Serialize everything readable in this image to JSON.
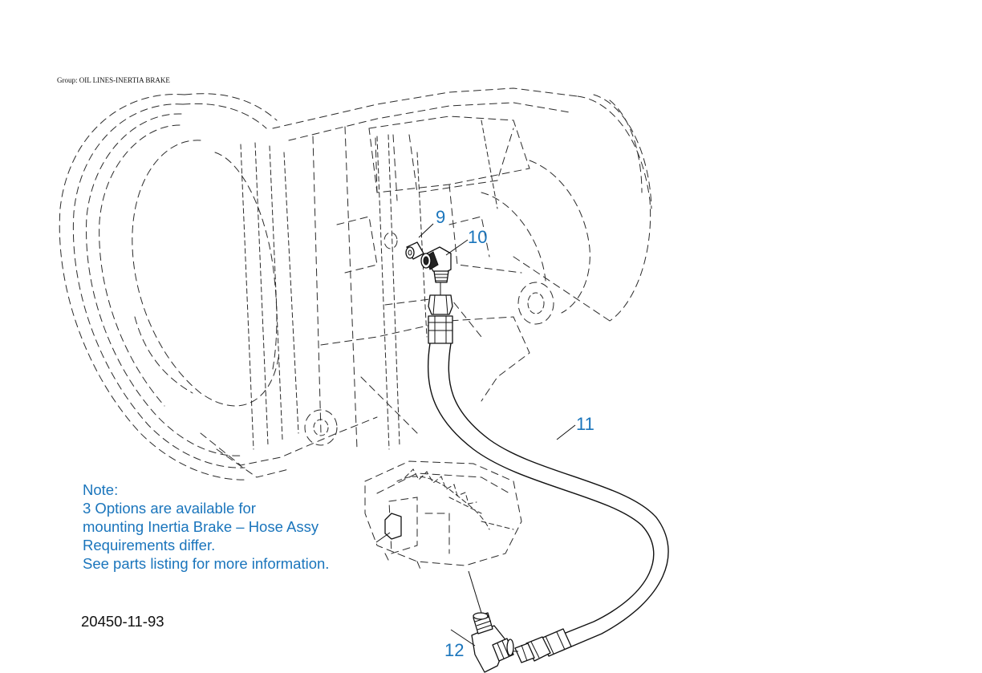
{
  "group_title": "Group: OIL LINES-INERTIA BRAKE",
  "callouts": [
    {
      "id": "9",
      "label": "9"
    },
    {
      "id": "10",
      "label": "10"
    },
    {
      "id": "11",
      "label": "11"
    },
    {
      "id": "12",
      "label": "12"
    }
  ],
  "note": {
    "heading": "Note:",
    "lines": [
      "3 Options are available for",
      "mounting Inertia Brake – Hose Assy",
      "Requirements differ.",
      "See parts listing for more information."
    ]
  },
  "figure_id": "20450-11-93",
  "colors": {
    "callout_text": "#1a75bc",
    "line_art": "#111111",
    "phantom_outline": "#2a2a2a",
    "background": "#ffffff"
  }
}
